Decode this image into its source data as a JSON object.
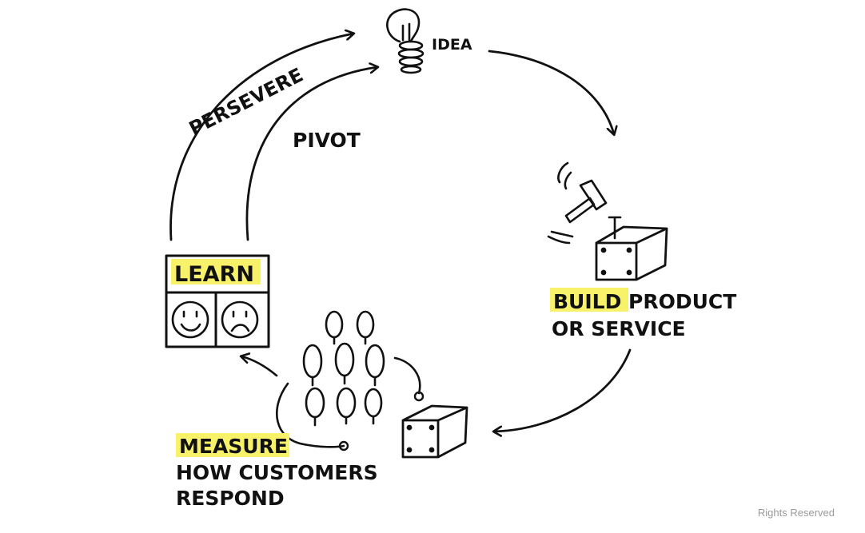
{
  "labels": {
    "idea": "IDEA",
    "persevere": "PERSEVERE",
    "pivot": "PIVOT",
    "build_highlight": "BUILD",
    "build_rest": " PRODUCT",
    "build_line2": "OR SERVICE",
    "learn": "LEARN",
    "measure": "MEASURE",
    "measure_line2": "HOW CUSTOMERS",
    "measure_line3": "RESPOND"
  },
  "copyright": "Rights Reserved",
  "colors": {
    "highlight": "#f7f26a",
    "ink": "#111111",
    "watermark": "#9a9a9a"
  },
  "icons": [
    "lightbulb-icon",
    "hammer-icon",
    "product-box-icon",
    "customer-group-icon",
    "happy-face-icon",
    "sad-face-icon"
  ]
}
